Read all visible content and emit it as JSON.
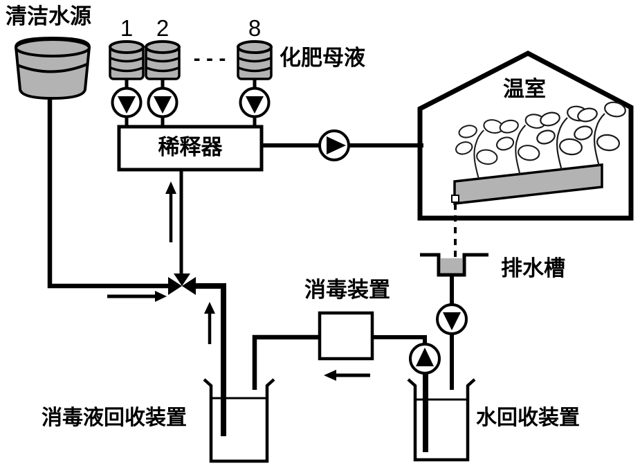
{
  "labels": {
    "clean_water_source": "清洁水源",
    "fertilizer_stock_solution": "化肥母液",
    "diluter": "稀释器",
    "greenhouse": "温室",
    "drain_trough": "排水槽",
    "disinfection_device": "消毒装置",
    "disinfectant_recovery_device": "消毒液回收装置",
    "water_recovery_device": "水回收装置"
  },
  "fertilizer_tanks": {
    "numbers": [
      "1",
      "2",
      "8"
    ],
    "ellipsis": "- - -"
  },
  "icons": {
    "pump_icon": "circle-with-filled-triangle",
    "three_way_valve_icon": "bowtie-with-three-triangles",
    "tank_icon": "gray-cylinder",
    "flow_arrow_icon": "solid-black-arrow",
    "plant_icon": "seedling-outline"
  },
  "colors": {
    "line": "#000000",
    "tank_fill": "#b3b3b3",
    "trough_fill": "#b3b3b3",
    "background": "#ffffff"
  }
}
